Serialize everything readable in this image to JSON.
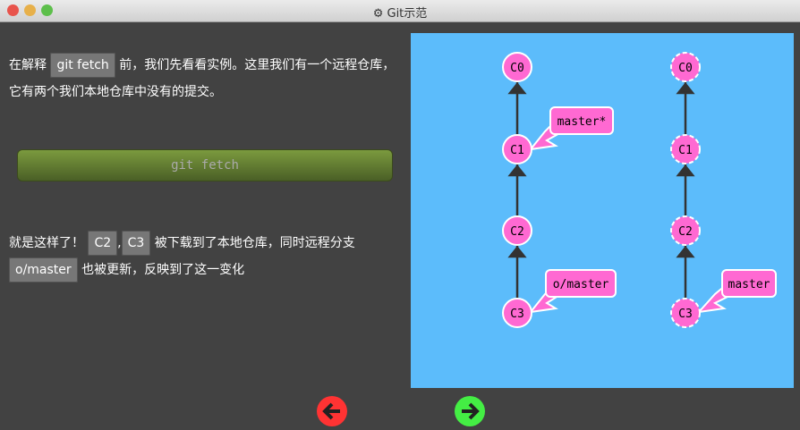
{
  "window": {
    "title": "⚙ Git示范"
  },
  "intro": {
    "before": "在解释 ",
    "cmd": "git fetch",
    "after": " 前，我们先看看实例。这里我们有一个远程仓库，它有两个我们本地仓库中没有的提交。"
  },
  "command_button": {
    "label": "git fetch"
  },
  "result": {
    "before": "就是这样了！ ",
    "c2": "C2",
    "comma": ",",
    "c3": "C3",
    "mid": " 被下载到了本地仓库，同时远程分支 ",
    "branch": "o/master",
    "after": " 也被更新，反映到了这一变化"
  },
  "local": {
    "commits": [
      "C0",
      "C1",
      "C2",
      "C3"
    ],
    "branch_master": "master*",
    "branch_remote": "o/master"
  },
  "remote": {
    "commits": [
      "C0",
      "C1",
      "C2",
      "C3"
    ],
    "branch_master": "master"
  },
  "colors": {
    "node": "#ff69d2",
    "bg": "#5cbcfb"
  },
  "nav": {
    "prev": "prev-arrow",
    "next": "next-arrow"
  }
}
